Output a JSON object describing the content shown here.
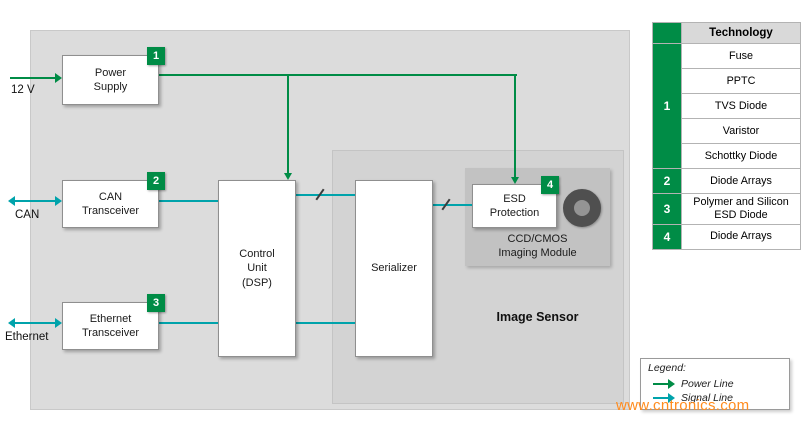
{
  "colors": {
    "green": "#008c46",
    "teal": "#00a3ab",
    "watermark_orange": "#ff8c1f"
  },
  "inputs": {
    "v12": "12 V",
    "can": "CAN",
    "ethernet": "Ethernet"
  },
  "blocks": {
    "power_supply": {
      "label": "Power\nSupply",
      "badge": "1"
    },
    "can_transceiver": {
      "label": "CAN\nTransceiver",
      "badge": "2"
    },
    "ethernet_transceiver": {
      "label": "Ethernet\nTransceiver",
      "badge": "3"
    },
    "control_unit": {
      "label": "Control\nUnit\n(DSP)"
    },
    "serializer": {
      "label": "Serializer"
    },
    "esd_protection": {
      "label": "ESD\nProtection",
      "badge": "4"
    },
    "imaging_module": {
      "label": "CCD/CMOS\nImaging Module"
    },
    "image_sensor": {
      "label": "Image Sensor"
    }
  },
  "table": {
    "header": "Technology",
    "groups": [
      {
        "num": "1",
        "items": [
          "Fuse",
          "PPTC",
          "TVS Diode",
          "Varistor",
          "Schottky Diode"
        ]
      },
      {
        "num": "2",
        "items": [
          "Diode Arrays"
        ]
      },
      {
        "num": "3",
        "items": [
          "Polymer and Silicon ESD Diode"
        ]
      },
      {
        "num": "4",
        "items": [
          "Diode Arrays"
        ]
      }
    ]
  },
  "legend": {
    "title": "Legend:",
    "power_label": "Power Line",
    "signal_label": "Signal Line"
  },
  "watermark": "www.cntronics.com"
}
